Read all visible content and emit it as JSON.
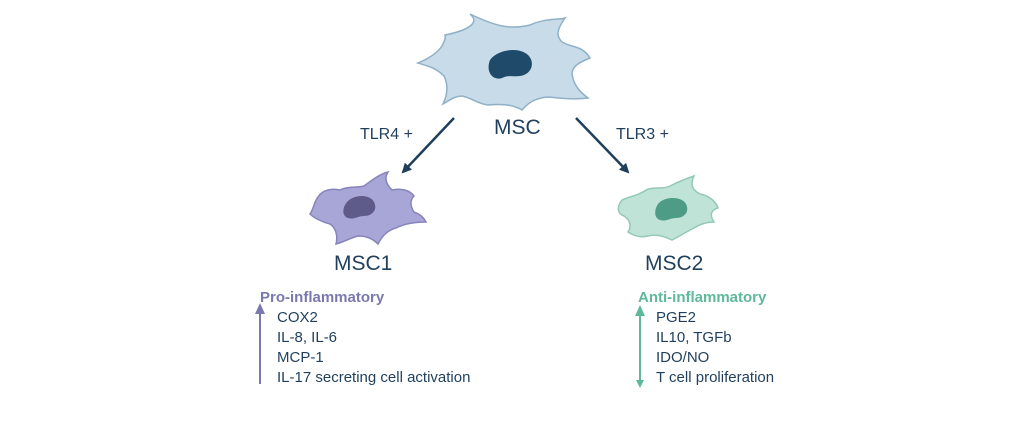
{
  "cells": {
    "msc": {
      "label": "MSC",
      "body_color": "#c7dbe9",
      "outline_color": "#8fb0c7",
      "nucleus_color": "#1f4a6a"
    },
    "msc1": {
      "label": "MSC1",
      "body_color": "#a8a6d6",
      "outline_color": "#8784bb",
      "nucleus_color": "#5e5a8a"
    },
    "msc2": {
      "label": "MSC2",
      "body_color": "#bfe3d6",
      "outline_color": "#93c9b6",
      "nucleus_color": "#4e9b86"
    }
  },
  "arrows": {
    "left": {
      "label": "TLR4 +"
    },
    "right": {
      "label": "TLR3 +"
    },
    "color": "#1f3f5c"
  },
  "profiles": {
    "pro": {
      "title": "Pro-inflammatory",
      "color": "#7b78ae",
      "items": [
        "COX2",
        "IL-8, IL-6",
        "MCP-1",
        "IL-17 secreting cell activation"
      ]
    },
    "anti": {
      "title": "Anti-inflammatory",
      "color": "#5fb89a",
      "items": [
        "PGE2",
        "IL10, TGFb",
        "IDO/NO",
        "T cell proliferation"
      ]
    }
  },
  "text_color": "#1f3f5c"
}
